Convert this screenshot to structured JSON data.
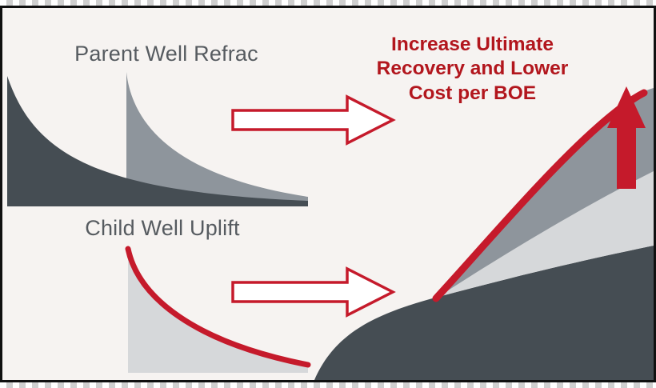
{
  "frame": {
    "background": "#f6f3f1",
    "border_color": "#101010"
  },
  "labels": {
    "parent": "Parent Well Refrac",
    "child": "Child Well Uplift"
  },
  "headline": {
    "line1": "Increase Ultimate",
    "line2": "Recovery and Lower",
    "line3": "Cost per BOE",
    "color": "#b2161d"
  },
  "colors": {
    "dark_gray": "#454d53",
    "medium_gray": "#8e959c",
    "light_gray": "#d6d8da",
    "red": "#c51a2b",
    "arrow_fill": "#ffffff",
    "label_text": "#565b60"
  }
}
